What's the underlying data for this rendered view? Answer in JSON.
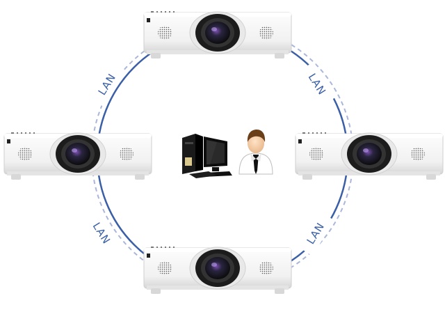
{
  "diagram": {
    "link_labels": [
      "LAN",
      "LAN",
      "LAN",
      "LAN"
    ],
    "nodes": [
      {
        "role": "projector",
        "icon": "projector-icon"
      },
      {
        "role": "projector",
        "icon": "projector-icon"
      },
      {
        "role": "projector",
        "icon": "projector-icon"
      },
      {
        "role": "projector",
        "icon": "projector-icon"
      },
      {
        "role": "computer",
        "icon": "desktop-computer-icon"
      },
      {
        "role": "user",
        "icon": "person-icon"
      }
    ],
    "colors": {
      "ring_solid": "#3a5fa6",
      "ring_dashed": "#aab6da",
      "label": "#3a5fa6",
      "projector_body": "#f4f4f4",
      "lens": "#1a1a1a"
    }
  }
}
